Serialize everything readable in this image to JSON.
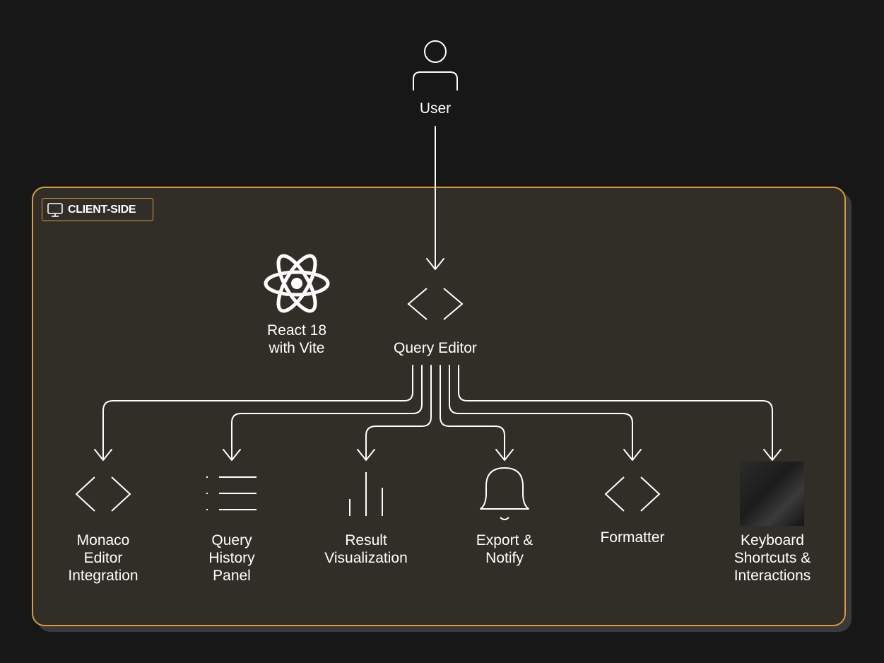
{
  "group": {
    "label": "CLIENT-SIDE",
    "icon": "monitor-icon",
    "border_color": "#d99a3c",
    "fill_color": "#302e27"
  },
  "actor": {
    "label": "User",
    "icon": "user-icon"
  },
  "tech": {
    "label": "React 18\nwith Vite",
    "icon": "react-icon"
  },
  "hub": {
    "label": "Query Editor",
    "icon": "code-icon"
  },
  "children": [
    {
      "label": "Monaco\nEditor\nIntegration",
      "icon": "code-icon"
    },
    {
      "label": "Query\nHistory\nPanel",
      "icon": "list-icon"
    },
    {
      "label": "Result\nVisualization",
      "icon": "bar-chart-icon"
    },
    {
      "label": "Export &\nNotify",
      "icon": "bell-icon"
    },
    {
      "label": "Formatter",
      "icon": "code-icon"
    },
    {
      "label": "Keyboard\nShortcuts &\nInteractions",
      "icon": "dark-square-icon"
    }
  ]
}
